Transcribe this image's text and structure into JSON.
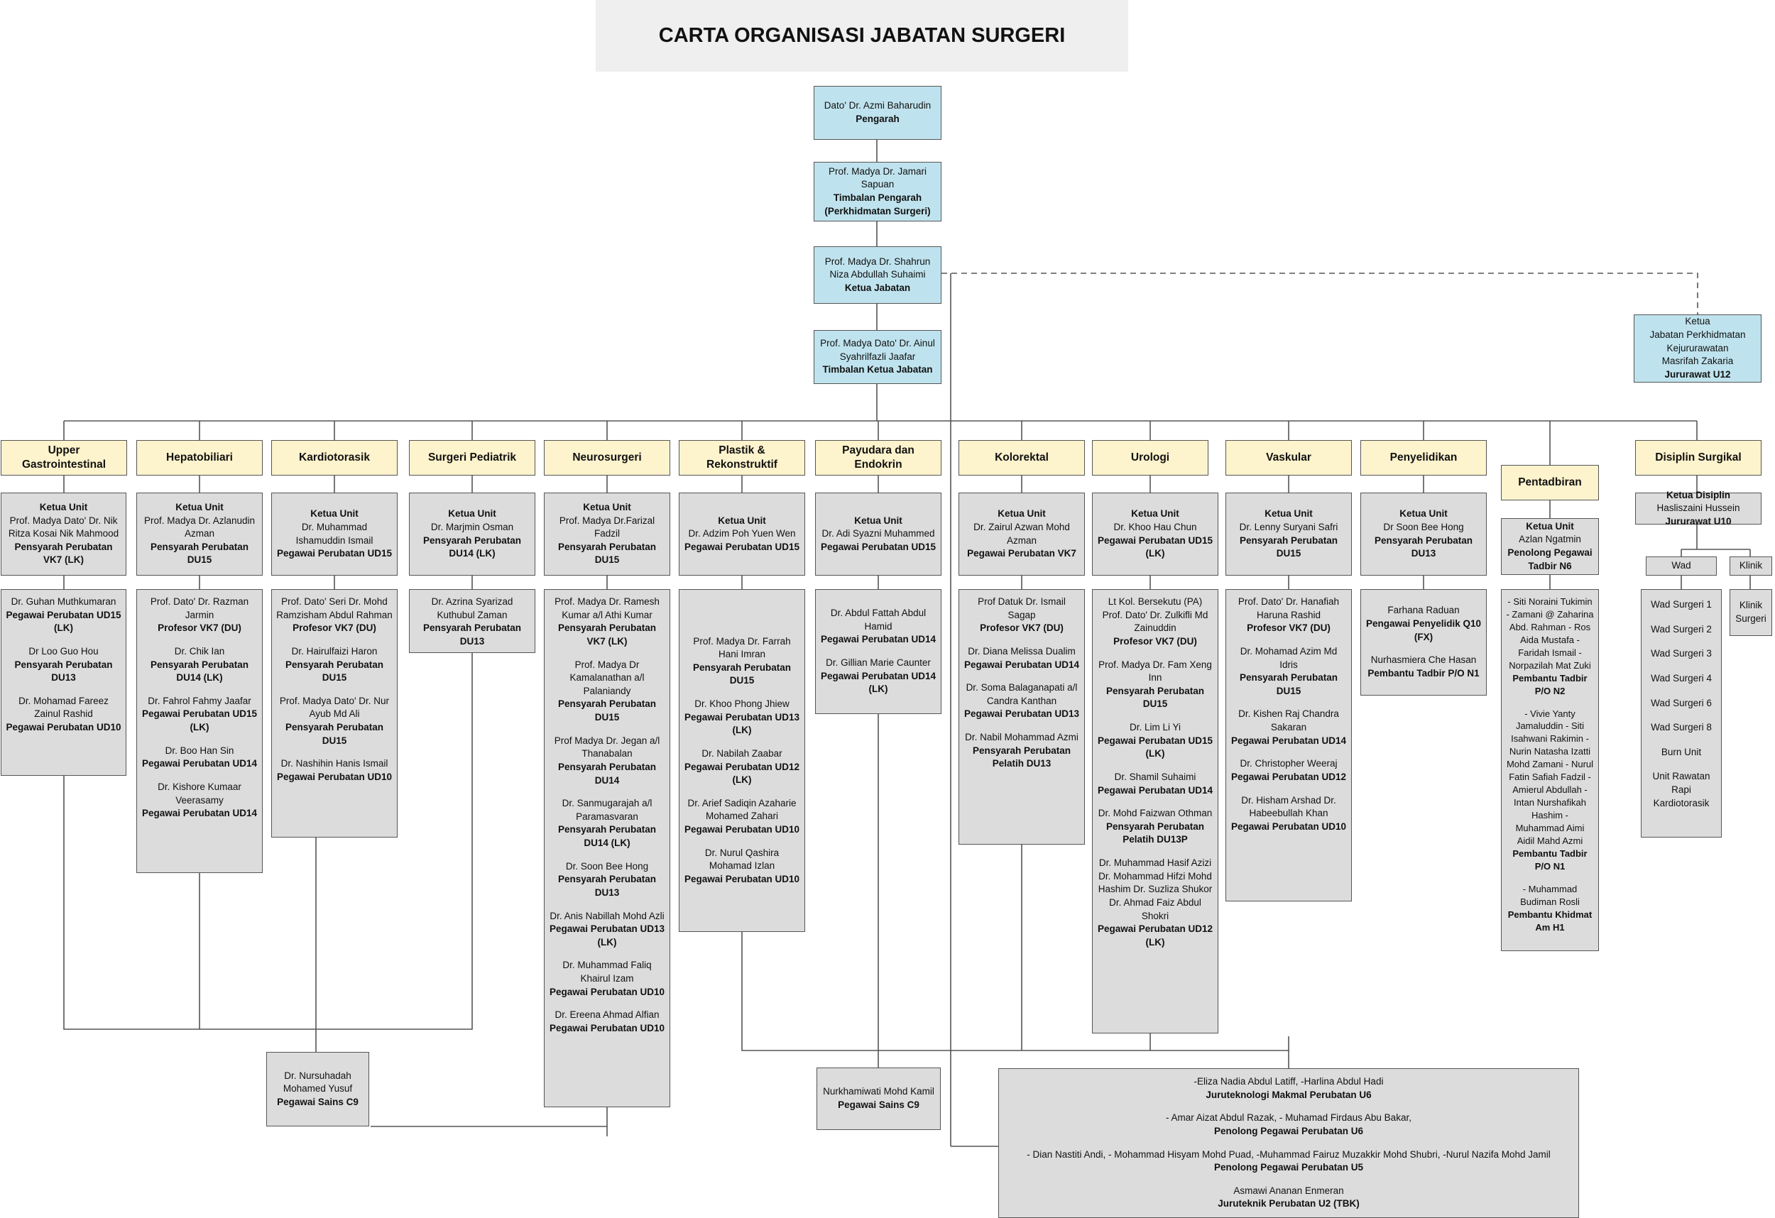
{
  "title": "CARTA ORGANISASI JABATAN SURGERI",
  "colors": {
    "leadership": "#bfe3ee",
    "unit_header": "#fdf3cc",
    "staff": "#dcdcdc",
    "title_bg": "#efefef",
    "line": "#555555"
  },
  "leadership": {
    "pengarah": {
      "name": "Dato' Dr. Azmi Baharudin",
      "role": "Pengarah"
    },
    "timbalan_pengarah": {
      "name": "Prof. Madya Dr. Jamari Sapuan",
      "role": "Timbalan Pengarah (Perkhidmatan Surgeri)"
    },
    "ketua_jabatan": {
      "name": "Prof. Madya Dr. Shahrun Niza Abdullah Suhaimi",
      "role": "Ketua Jabatan"
    },
    "timbalan_ketua": {
      "name": "Prof. Madya Dato' Dr. Ainul Syahrilfazli Jaafar",
      "role": "Timbalan Ketua Jabatan"
    },
    "kejururawatan": {
      "label": "Ketua",
      "dept": "Jabatan Perkhidmatan Kejururawatan",
      "name": "Masrifah Zakaria",
      "role": "Jururawat U12"
    }
  },
  "units": [
    {
      "name": "Upper Gastrointestinal",
      "head": {
        "label": "Ketua Unit",
        "name": "Prof. Madya Dato' Dr. Nik Ritza Kosai Nik Mahmood",
        "role": "Pensyarah Perubatan VK7 (LK)"
      },
      "staff": [
        {
          "name": "Dr. Guhan Muthkumaran",
          "role": "Pegawai Perubatan UD15 (LK)"
        },
        {
          "name": "Dr Loo Guo Hou",
          "role": "Pensyarah Perubatan DU13"
        },
        {
          "name": "Dr. Mohamad Fareez Zainul Rashid",
          "role": "Pegawai Perubatan UD10"
        }
      ]
    },
    {
      "name": "Hepatobiliari",
      "head": {
        "label": "Ketua Unit",
        "name": "Prof. Madya Dr. Azlanudin Azman",
        "role": "Pensyarah Perubatan DU15"
      },
      "staff": [
        {
          "name": "Prof. Dato' Dr. Razman Jarmin",
          "role": "Profesor VK7 (DU)"
        },
        {
          "name": "Dr. Chik Ian",
          "role": "Pensyarah Perubatan DU14 (LK)"
        },
        {
          "name": "Dr. Fahrol Fahmy Jaafar",
          "role": "Pegawai Perubatan UD15 (LK)"
        },
        {
          "name": "Dr. Boo Han Sin",
          "role": "Pegawai Perubatan UD14"
        },
        {
          "name": "Dr. Kishore Kumaar Veerasamy",
          "role": "Pegawai Perubatan UD14"
        }
      ]
    },
    {
      "name": "Kardiotorasik",
      "head": {
        "label": "Ketua Unit",
        "name": "Dr. Muhammad Ishamuddin Ismail",
        "role": "Pegawai Perubatan UD15"
      },
      "staff": [
        {
          "name": "Prof. Dato' Seri Dr. Mohd Ramzisham Abdul Rahman",
          "role": "Profesor VK7 (DU)"
        },
        {
          "name": "Dr. Hairulfaizi Haron",
          "role": "Pensyarah Perubatan DU15"
        },
        {
          "name": "Prof. Madya Dato' Dr. Nur Ayub Md Ali",
          "role": "Pensyarah Perubatan DU15"
        },
        {
          "name": "Dr. Nashihin Hanis Ismail",
          "role": "Pegawai Perubatan UD10"
        }
      ]
    },
    {
      "name": "Surgeri Pediatrik",
      "head": {
        "label": "Ketua Unit",
        "name": "Dr. Marjmin Osman",
        "role": "Pensyarah Perubatan DU14 (LK)"
      },
      "staff": [
        {
          "name": "Dr. Azrina Syarizad Kuthubul Zaman",
          "role": "Pensyarah Perubatan DU13"
        }
      ]
    },
    {
      "name": "Neurosurgeri",
      "head": {
        "label": "Ketua Unit",
        "name": "Prof. Madya Dr.Farizal Fadzil",
        "role": "Pensyarah Perubatan DU15"
      },
      "staff": [
        {
          "name": "Prof. Madya Dr. Ramesh Kumar a/l Athi Kumar",
          "role": "Pensyarah Perubatan VK7 (LK)"
        },
        {
          "name": "Prof. Madya Dr Kamalanathan a/l Palaniandy",
          "role": "Pensyarah Perubatan DU15"
        },
        {
          "name": "Prof Madya Dr. Jegan a/l Thanabalan",
          "role": "Pensyarah Perubatan DU14"
        },
        {
          "name": "Dr. Sanmugarajah a/l Paramasvaran",
          "role": "Pensyarah Perubatan DU14 (LK)"
        },
        {
          "name": "Dr. Soon Bee Hong",
          "role": "Pensyarah Perubatan DU13"
        },
        {
          "name": "Dr. Anis Nabillah Mohd Azli",
          "role": "Pegawai Perubatan UD13 (LK)"
        },
        {
          "name": "Dr. Muhammad Faliq Khairul Izam",
          "role": "Pegawai Perubatan UD10"
        },
        {
          "name": "Dr. Ereena Ahmad Alfian",
          "role": "Pegawai Perubatan UD10"
        }
      ]
    },
    {
      "name": "Plastik & Rekonstruktif",
      "head": {
        "label": "Ketua Unit",
        "name": "Dr. Adzim Poh Yuen Wen",
        "role": "Pegawai Perubatan UD15"
      },
      "staff": [
        {
          "name": "Prof. Madya Dr. Farrah Hani Imran",
          "role": "Pensyarah Perubatan DU15"
        },
        {
          "name": "Dr. Khoo Phong Jhiew",
          "role": "Pegawai Perubatan UD13 (LK)"
        },
        {
          "name": "Dr. Nabilah Zaabar",
          "role": "Pegawai Perubatan UD12 (LK)"
        },
        {
          "name": "Dr. Arief Sadiqin Azaharie Mohamed Zahari",
          "role": "Pegawai Perubatan UD10"
        },
        {
          "name": "Dr. Nurul Qashira Mohamad Izlan",
          "role": "Pegawai Perubatan UD10"
        }
      ]
    },
    {
      "name": "Payudara dan Endokrin",
      "head": {
        "label": "Ketua Unit",
        "name": "Dr. Adi Syazni Muhammed",
        "role": "Pegawai Perubatan UD15"
      },
      "staff": [
        {
          "name": "Dr. Abdul Fattah Abdul Hamid",
          "role": "Pegawai Perubatan UD14"
        },
        {
          "name": "Dr. Gillian Marie Caunter",
          "role": "Pegawai Perubatan UD14 (LK)"
        }
      ]
    },
    {
      "name": "Kolorektal",
      "head": {
        "label": "Ketua Unit",
        "name": "Dr. Zairul Azwan Mohd Azman",
        "role": "Pegawai Perubatan VK7"
      },
      "staff": [
        {
          "name": "Prof Datuk Dr. Ismail Sagap",
          "role": "Profesor VK7 (DU)"
        },
        {
          "name": "Dr. Diana Melissa Dualim",
          "role": "Pegawai Perubatan UD14"
        },
        {
          "name": "Dr. Soma Balaganapati a/l Candra Kanthan",
          "role": "Pegawai Perubatan UD13"
        },
        {
          "name": "Dr. Nabil Mohammad Azmi",
          "role": "Pensyarah Perubatan Pelatih DU13"
        }
      ]
    },
    {
      "name": "Urologi",
      "head": {
        "label": "Ketua Unit",
        "name": "Dr. Khoo Hau Chun",
        "role": "Pegawai Perubatan UD15 (LK)"
      },
      "staff": [
        {
          "name": "Lt Kol. Bersekutu (PA) Prof. Dato' Dr. Zulkifli Md Zainuddin",
          "role": "Profesor VK7 (DU)"
        },
        {
          "name": "Prof. Madya Dr. Fam Xeng Inn",
          "role": "Pensyarah Perubatan DU15"
        },
        {
          "name": "Dr. Lim Li Yi",
          "role": "Pegawai Perubatan UD15 (LK)"
        },
        {
          "name": "Dr. Shamil Suhaimi",
          "role": "Pegawai Perubatan UD14"
        },
        {
          "name": "Dr. Mohd Faizwan Othman",
          "role": "Pensyarah Perubatan Pelatih DU13P"
        },
        {
          "name": "Dr. Muhammad Hasif Azizi Dr. Mohammad Hifzi Mohd Hashim Dr. Suzliza Shukor Dr. Ahmad Faiz Abdul Shokri",
          "role": "Pegawai Perubatan UD12 (LK)"
        }
      ]
    },
    {
      "name": "Vaskular",
      "head": {
        "label": "Ketua Unit",
        "name": "Dr. Lenny Suryani Safri",
        "role": "Pensyarah Perubatan DU15"
      },
      "staff": [
        {
          "name": "Prof. Dato' Dr. Hanafiah Haruna Rashid",
          "role": "Profesor VK7 (DU)"
        },
        {
          "name": "Dr. Mohamad Azim Md Idris",
          "role": "Pensyarah Perubatan DU15"
        },
        {
          "name": "Dr. Kishen Raj Chandra Sakaran",
          "role": "Pegawai Perubatan UD14"
        },
        {
          "name": "Dr. Christopher Weeraj",
          "role": "Pegawai Perubatan UD12"
        },
        {
          "name": "Dr. Hisham Arshad Dr. Habeebullah Khan",
          "role": "Pegawai Perubatan UD10"
        }
      ]
    },
    {
      "name": "Penyelidikan",
      "head": {
        "label": "Ketua Unit",
        "name": "Dr Soon Bee Hong",
        "role": "Pensyarah Perubatan DU13"
      },
      "staff": [
        {
          "name": "Farhana Raduan",
          "role": "Pengawai Penyelidik Q10 (FX)"
        },
        {
          "name": "Nurhasmiera Che Hasan",
          "role": "Pembantu Tadbir P/O N1"
        }
      ]
    },
    {
      "name": "Pentadbiran",
      "head": {
        "label": "Ketua Unit",
        "name": "Azlan Ngatmin",
        "role": "Penolong Pegawai Tadbir N6"
      },
      "staff": [
        {
          "name": "- Siti Noraini Tukimin - Zamani @ Zaharina Abd. Rahman - Ros Aida Mustafa - Faridah Ismail - Norpazilah Mat Zuki",
          "role": "Pembantu Tadbir P/O N2"
        },
        {
          "name": "- Vivie Yanty Jamaluddin - Siti Isahwani Rakimin - Nurin Natasha Izatti Mohd Zamani - Nurul Fatin Safiah Fadzil - Amierul Abdullah - Intan Nurshafikah Hashim - Muhammad Aimi Aidil Mahd Azmi",
          "role": "Pembantu Tadbir P/O N1"
        },
        {
          "name": "- Muhammad Budiman Rosli",
          "role": "Pembantu Khidmat Am H1"
        }
      ]
    },
    {
      "name": "Disiplin Surgikal",
      "head": {
        "label": "Ketua Disiplin",
        "name": "Hasliszaini Hussein",
        "role": "Jururawat U10"
      },
      "wad_label": "Wad",
      "klinik_label": "Klinik",
      "wards": [
        "Wad Surgeri 1",
        "Wad Surgeri 2",
        "Wad Surgeri 3",
        "Wad Surgeri 4",
        "Wad Surgeri 6",
        "Wad Surgeri 8",
        "Burn Unit",
        "Unit Rawatan Rapi Kardiotorasik"
      ],
      "klinik": [
        "Klinik Surgeri"
      ]
    }
  ],
  "shared": {
    "nursuhadah": {
      "name": "Dr. Nursuhadah Mohamed Yusuf",
      "role": "Pegawai Sains C9"
    },
    "nurkhamiwati": {
      "name": "Nurkhamiwati Mohd Kamil",
      "role": "Pegawai Sains C9"
    },
    "support": [
      {
        "names": "-Eliza Nadia Abdul Latiff, -Harlina Abdul Hadi",
        "role": "Juruteknologi Makmal Perubatan U6"
      },
      {
        "names": "- Amar Aizat Abdul Razak, - Muhamad Firdaus Abu Bakar,",
        "role": "Penolong Pegawai Perubatan U6"
      },
      {
        "names": "- Dian Nastiti Andi, - Mohammad Hisyam Mohd Puad, -Muhammad Fairuz Muzakkir Mohd Shubri, -Nurul Nazifa Mohd Jamil",
        "role": "Penolong Pegawai Perubatan U5"
      },
      {
        "names": "Asmawi Ananan Enmeran",
        "role": "Juruteknik Perubatan U2 (TBK)"
      }
    ]
  }
}
